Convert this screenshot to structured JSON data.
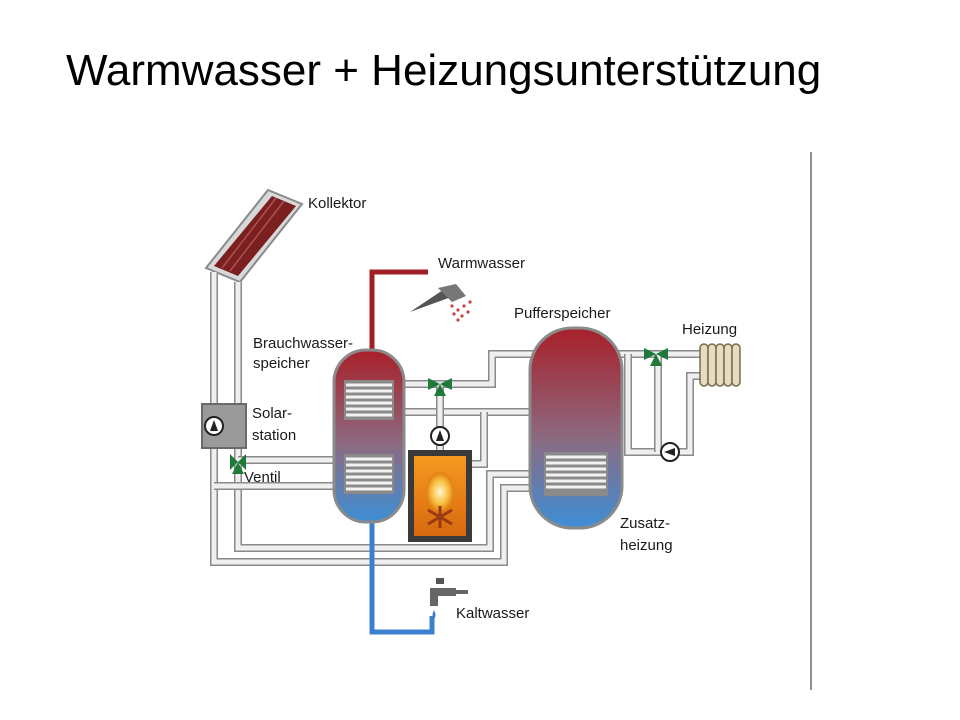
{
  "slide": {
    "title": "Warmwasser + Heizungsunterstützung"
  },
  "labels": {
    "kollektor": "Kollektor",
    "warmwasser": "Warmwasser",
    "brauchwasser_1": "Brauchwasser-",
    "brauchwasser_2": "speicher",
    "pufferspeicher": "Pufferspeicher",
    "heizung": "Heizung",
    "solar_1": "Solar-",
    "solar_2": "station",
    "ventil": "Ventil",
    "zusatz_1": "Zusatz-",
    "zusatz_2": "heizung",
    "kaltwasser": "Kaltwasser"
  },
  "colors": {
    "hot": "#a8202a",
    "cold": "#3d8fd6",
    "pipe_hot": "#a01e24",
    "pipe_cold": "#3b7fd0",
    "valve": "#1d7a3a",
    "collector": "#7a2020",
    "boiler_flame": "#f6a21e"
  },
  "icons": [
    "shower-icon",
    "faucet-icon",
    "pump-icon",
    "valve-icon",
    "flame-icon",
    "radiator-icon"
  ]
}
